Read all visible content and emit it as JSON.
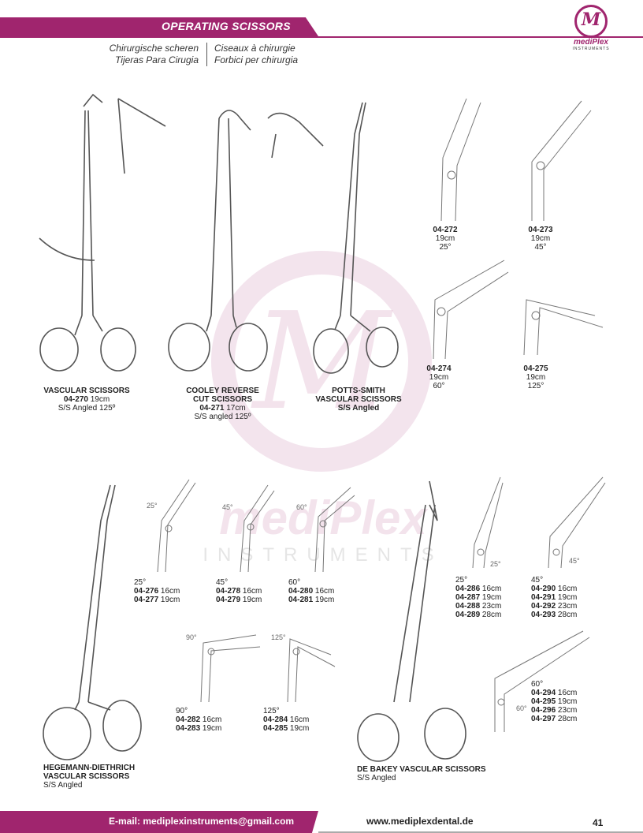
{
  "colors": {
    "brand": "#a0256e",
    "brand_light": "#d8a9c4"
  },
  "header": {
    "title": "OPERATING SCISSORS",
    "translations": [
      "Chirurgische scheren",
      "Ciseaux à chirurgie",
      "Tijeras Para Cirugia",
      "Forbici per chirurgia"
    ]
  },
  "logo": {
    "monogram": "M",
    "name": "mediPlex",
    "sub": "INSTRUMENTS"
  },
  "watermark": {
    "monogram": "M",
    "name": "mediPlex",
    "sub": "INSTRUMENTS"
  },
  "products": {
    "vascular": {
      "name": "VASCULAR SCISSORS",
      "code": "04-270",
      "size": "19cm",
      "desc": "S/S Angled 125º"
    },
    "cooley": {
      "name1": "COOLEY REVERSE",
      "name2": "CUT SCISSORS",
      "code": "04-271",
      "size": "17cm",
      "desc": "S/S angled 125º"
    },
    "potts": {
      "name1": "POTTS-SMITH",
      "name2": "VASCULAR SCISSORS",
      "desc": "S/S Angled"
    },
    "angled_tips": [
      {
        "code": "04-272",
        "size": "19cm",
        "angle": "25°"
      },
      {
        "code": "04-273",
        "size": "19cm",
        "angle": "45°"
      },
      {
        "code": "04-274",
        "size": "19cm",
        "angle": "60°"
      },
      {
        "code": "04-275",
        "size": "19cm",
        "angle": "125°"
      }
    ],
    "hegemann": {
      "name1": "HEGEMANN-DIETHRICH",
      "name2": "VASCULAR SCISSORS",
      "desc": "S/S Angled"
    },
    "hegemann_groups": [
      {
        "label": "25°",
        "items": [
          {
            "code": "04-276",
            "size": "16cm"
          },
          {
            "code": "04-277",
            "size": "19cm"
          }
        ]
      },
      {
        "label": "45°",
        "items": [
          {
            "code": "04-278",
            "size": "16cm"
          },
          {
            "code": "04-279",
            "size": "19cm"
          }
        ]
      },
      {
        "label": "60°",
        "items": [
          {
            "code": "04-280",
            "size": "16cm"
          },
          {
            "code": "04-281",
            "size": "19cm"
          }
        ]
      },
      {
        "label": "90°",
        "items": [
          {
            "code": "04-282",
            "size": "16cm"
          },
          {
            "code": "04-283",
            "size": "19cm"
          }
        ]
      },
      {
        "label": "125°",
        "items": [
          {
            "code": "04-284",
            "size": "16cm"
          },
          {
            "code": "04-285",
            "size": "19cm"
          }
        ]
      }
    ],
    "debakey": {
      "name": "DE BAKEY VASCULAR SCISSORS",
      "desc": "S/S Angled"
    },
    "debakey_groups": [
      {
        "label": "25°",
        "items": [
          {
            "code": "04-286",
            "size": "16cm"
          },
          {
            "code": "04-287",
            "size": "19cm"
          },
          {
            "code": "04-288",
            "size": "23cm"
          },
          {
            "code": "04-289",
            "size": "28cm"
          }
        ]
      },
      {
        "label": "45°",
        "items": [
          {
            "code": "04-290",
            "size": "16cm"
          },
          {
            "code": "04-291",
            "size": "19cm"
          },
          {
            "code": "04-292",
            "size": "23cm"
          },
          {
            "code": "04-293",
            "size": "28cm"
          }
        ]
      },
      {
        "label": "60°",
        "items": [
          {
            "code": "04-294",
            "size": "16cm"
          },
          {
            "code": "04-295",
            "size": "19cm"
          },
          {
            "code": "04-296",
            "size": "23cm"
          },
          {
            "code": "04-297",
            "size": "28cm"
          }
        ]
      }
    ],
    "sketch_labels": {
      "a25": "25°",
      "a45": "45°",
      "a60": "60°",
      "a90": "90°",
      "a125": "125°",
      "b25": "25°",
      "b45": "45°",
      "b60": "60°"
    }
  },
  "footer": {
    "email": "E-mail: mediplexinstruments@gmail.com",
    "web": "www.mediplexdental.de",
    "page": "41"
  }
}
